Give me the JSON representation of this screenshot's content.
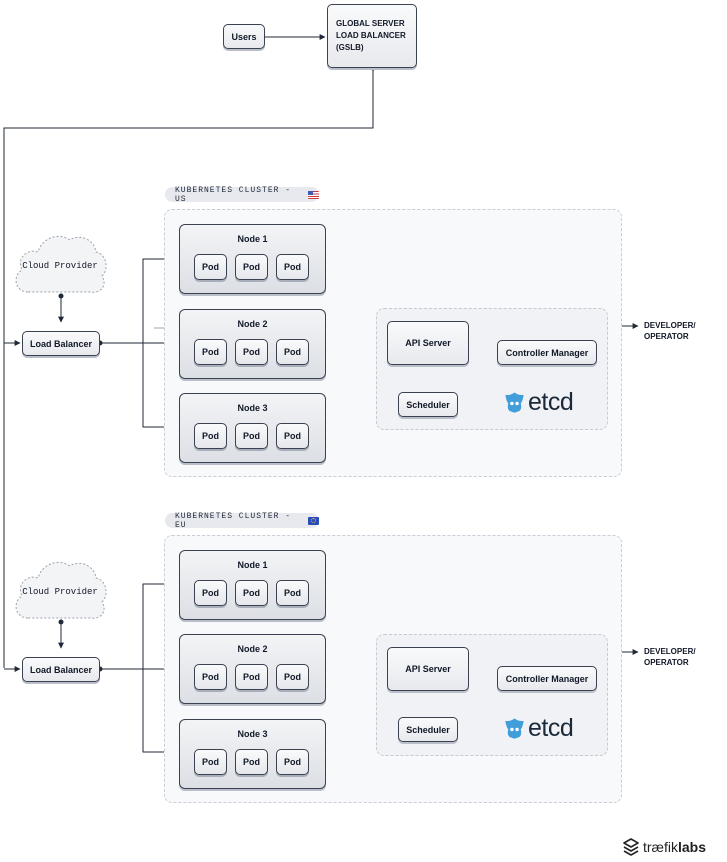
{
  "top": {
    "users": "Users",
    "gslb": [
      "GLOBAL SERVER",
      "LOAD BALANCER",
      "(GSLB)"
    ]
  },
  "clusters": [
    {
      "tag": "KUBERNETES CLUSTER - US",
      "flag": "us-flag",
      "cloud_provider": "Cloud Provider",
      "load_balancer": "Load Balancer",
      "nodes": [
        {
          "title": "Node 1",
          "pods": [
            "Pod",
            "Pod",
            "Pod"
          ]
        },
        {
          "title": "Node 2",
          "pods": [
            "Pod",
            "Pod",
            "Pod"
          ]
        },
        {
          "title": "Node 3",
          "pods": [
            "Pod",
            "Pod",
            "Pod"
          ]
        }
      ],
      "api_server": "API Server",
      "controller_manager": "Controller Manager",
      "scheduler": "Scheduler",
      "etcd": "etcd",
      "developer": [
        "DEVELOPER/",
        "OPERATOR"
      ]
    },
    {
      "tag": "KUBERNETES CLUSTER - EU",
      "flag": "eu-flag",
      "cloud_provider": "Cloud Provider",
      "load_balancer": "Load Balancer",
      "nodes": [
        {
          "title": "Node 1",
          "pods": [
            "Pod",
            "Pod",
            "Pod"
          ]
        },
        {
          "title": "Node 2",
          "pods": [
            "Pod",
            "Pod",
            "Pod"
          ]
        },
        {
          "title": "Node 3",
          "pods": [
            "Pod",
            "Pod",
            "Pod"
          ]
        }
      ],
      "api_server": "API Server",
      "controller_manager": "Controller Manager",
      "scheduler": "Scheduler",
      "etcd": "etcd",
      "developer": [
        "DEVELOPER/",
        "OPERATOR"
      ]
    }
  ],
  "brand": {
    "name_light": "træfik",
    "name_bold": "labs"
  },
  "colors": {
    "line": "#1f2937",
    "box_border": "#3a4150",
    "etcd_blue": "#419eda"
  }
}
